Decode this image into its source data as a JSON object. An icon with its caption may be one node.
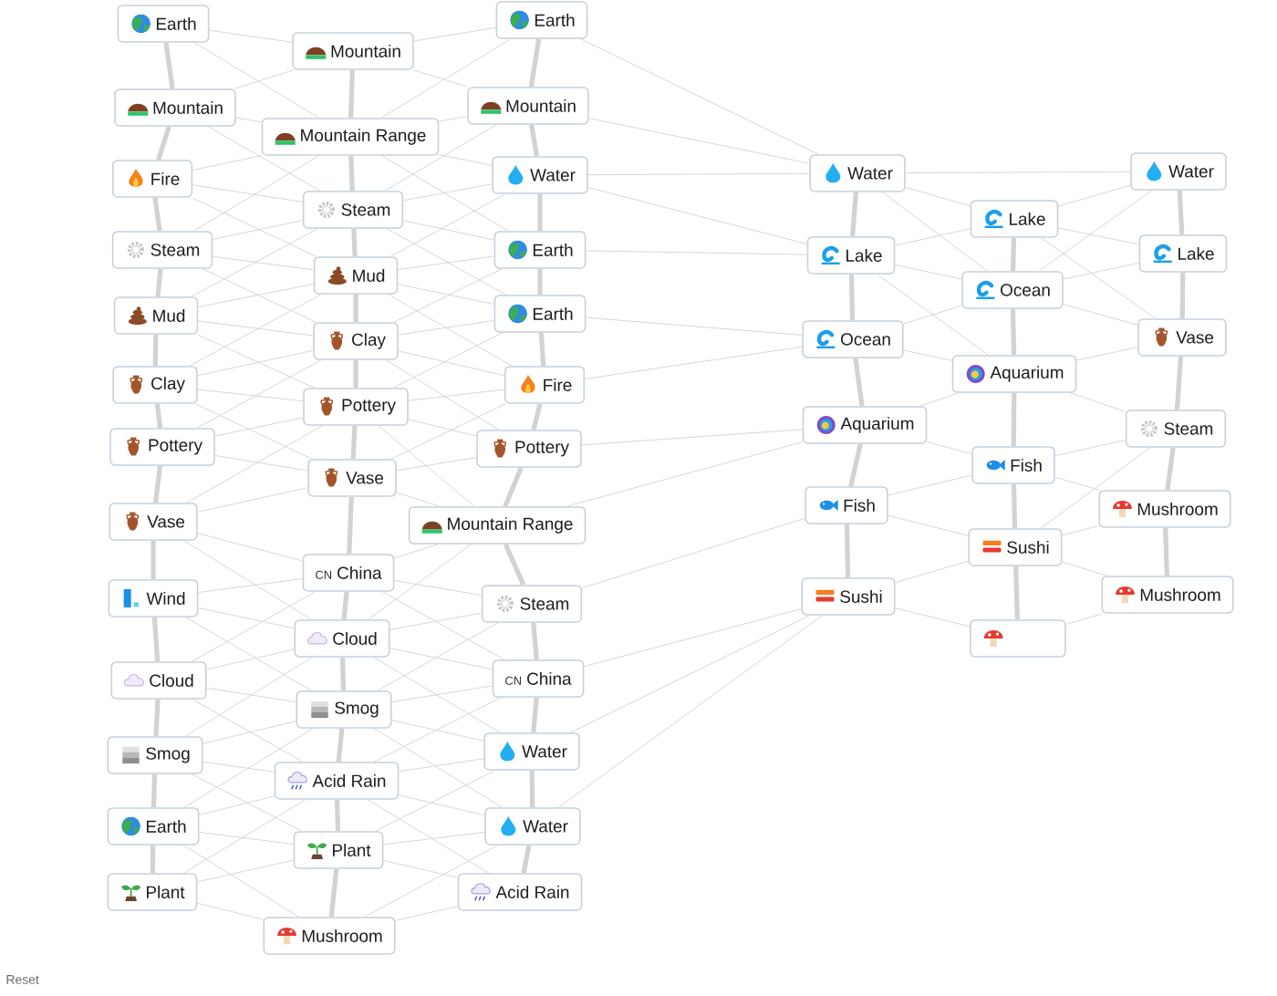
{
  "diagram": {
    "nodes": [
      {
        "text": [
          "Earth"
        ]
      },
      {
        "text": [
          "Mountain"
        ]
      },
      {
        "text": [
          "Fire"
        ]
      },
      {
        "text": [
          "Steam"
        ]
      },
      {
        "text": [
          "Mud"
        ]
      },
      {
        "text": [
          "Clay"
        ]
      },
      {
        "text": [
          "Pottery"
        ]
      },
      {
        "text": [
          "Vase"
        ]
      },
      {
        "text": [
          "Wind"
        ]
      },
      {
        "text": [
          "Cloud"
        ]
      },
      {
        "text": [
          "Smog"
        ]
      },
      {
        "text": [
          "Earth"
        ]
      },
      {
        "text": [
          "Plant"
        ]
      },
      {
        "text": [
          "Mountain"
        ]
      },
      {
        "text": [
          "Mountain Range"
        ]
      },
      {
        "text": [
          "Steam"
        ]
      },
      {
        "text": [
          "Mud"
        ]
      },
      {
        "text": [
          "Clay"
        ]
      },
      {
        "text": [
          "Pottery"
        ]
      },
      {
        "text": [
          "Vase"
        ]
      },
      {
        "text": [
          "CN",
          "China"
        ]
      },
      {
        "text": [
          "Cloud"
        ]
      },
      {
        "text": [
          "Smog"
        ]
      },
      {
        "text": [
          "Acid Rain"
        ]
      },
      {
        "text": [
          "Plant"
        ]
      },
      {
        "text": [
          "Mushroom"
        ]
      },
      {
        "text": [
          "Earth"
        ]
      },
      {
        "text": [
          "Mountain"
        ]
      },
      {
        "text": [
          "Water"
        ]
      },
      {
        "text": [
          "Earth"
        ]
      },
      {
        "text": [
          "Earth"
        ]
      },
      {
        "text": [
          "Fire"
        ]
      },
      {
        "text": [
          "Pottery"
        ]
      },
      {
        "text": [
          "Mountain Range"
        ]
      },
      {
        "text": [
          "Steam"
        ]
      },
      {
        "text": [
          "CN",
          "China"
        ]
      },
      {
        "text": [
          "Water"
        ]
      },
      {
        "text": [
          "Water"
        ]
      },
      {
        "text": [
          "Acid Rain"
        ]
      },
      {
        "text": [
          "Water"
        ]
      },
      {
        "text": [
          "Lake"
        ]
      },
      {
        "text": [
          "Ocean"
        ]
      },
      {
        "text": [
          "Aquarium"
        ]
      },
      {
        "text": [
          "Fish"
        ]
      },
      {
        "text": [
          "Sushi"
        ]
      },
      {
        "text": [
          "Lake"
        ]
      },
      {
        "text": [
          "Ocean"
        ]
      },
      {
        "text": [
          "Aquarium"
        ]
      },
      {
        "text": [
          "Fish"
        ]
      },
      {
        "text": [
          "Sushi"
        ]
      },
      {
        "text": [],
        "shape": "box"
      },
      {
        "text": [
          "Water"
        ]
      },
      {
        "text": [
          "Lake"
        ]
      },
      {
        "text": [
          "Vase"
        ]
      },
      {
        "text": [
          "Steam"
        ]
      },
      {
        "text": [
          "Mushroom"
        ]
      },
      {
        "text": [
          "Mushroom"
        ]
      }
    ],
    "edges": [
      {
        "from": 0,
        "to": 1,
        "arrow": "none",
        "style": "thick"
      },
      {
        "from": 1,
        "to": 2,
        "arrow": "none",
        "style": "thick"
      },
      {
        "from": 2,
        "to": 3,
        "arrow": "none",
        "style": "thick"
      },
      {
        "from": 3,
        "to": 4,
        "arrow": "none",
        "style": "thick"
      },
      {
        "from": 4,
        "to": 5,
        "arrow": "none",
        "style": "thick"
      },
      {
        "from": 5,
        "to": 6,
        "arrow": "none",
        "style": "thick"
      },
      {
        "from": 6,
        "to": 7,
        "arrow": "none",
        "style": "thick"
      },
      {
        "from": 7,
        "to": 8,
        "arrow": "none",
        "style": "thick"
      },
      {
        "from": 8,
        "to": 9,
        "arrow": "none",
        "style": "thick"
      },
      {
        "from": 9,
        "to": 10,
        "arrow": "none",
        "style": "thick"
      },
      {
        "from": 10,
        "to": 11,
        "arrow": "none",
        "style": "thick"
      },
      {
        "from": 11,
        "to": 12,
        "arrow": "none",
        "style": "thick"
      },
      {
        "from": 13,
        "to": 14,
        "arrow": "none",
        "style": "thick"
      },
      {
        "from": 14,
        "to": 15,
        "arrow": "none",
        "style": "thick"
      },
      {
        "from": 15,
        "to": 16,
        "arrow": "none",
        "style": "thick"
      },
      {
        "from": 16,
        "to": 17,
        "arrow": "none",
        "style": "thick"
      },
      {
        "from": 17,
        "to": 18,
        "arrow": "none",
        "style": "thick"
      },
      {
        "from": 18,
        "to": 19,
        "arrow": "none",
        "style": "thick"
      },
      {
        "from": 19,
        "to": 20,
        "arrow": "none",
        "style": "thick"
      },
      {
        "from": 20,
        "to": 21,
        "arrow": "none",
        "style": "thick"
      },
      {
        "from": 21,
        "to": 22,
        "arrow": "none",
        "style": "thick"
      },
      {
        "from": 22,
        "to": 23,
        "arrow": "none",
        "style": "thick"
      },
      {
        "from": 23,
        "to": 24,
        "arrow": "none",
        "style": "thick"
      },
      {
        "from": 24,
        "to": 25,
        "arrow": "none",
        "style": "thick"
      },
      {
        "from": 26,
        "to": 27,
        "arrow": "none",
        "style": "thick"
      },
      {
        "from": 27,
        "to": 28,
        "arrow": "none",
        "style": "thick"
      },
      {
        "from": 28,
        "to": 29,
        "arrow": "none",
        "style": "thick"
      },
      {
        "from": 29,
        "to": 30,
        "arrow": "none",
        "style": "thick"
      },
      {
        "from": 30,
        "to": 31,
        "arrow": "none",
        "style": "thick"
      },
      {
        "from": 31,
        "to": 32,
        "arrow": "none",
        "style": "thick"
      },
      {
        "from": 32,
        "to": 33,
        "arrow": "none",
        "style": "thick"
      },
      {
        "from": 33,
        "to": 34,
        "arrow": "none",
        "style": "thick"
      },
      {
        "from": 34,
        "to": 35,
        "arrow": "none",
        "style": "thick"
      },
      {
        "from": 35,
        "to": 36,
        "arrow": "none",
        "style": "thick"
      },
      {
        "from": 36,
        "to": 37,
        "arrow": "none",
        "style": "thick"
      },
      {
        "from": 37,
        "to": 38,
        "arrow": "none",
        "style": "thick"
      },
      {
        "from": 39,
        "to": 40,
        "arrow": "none",
        "style": "thick"
      },
      {
        "from": 40,
        "to": 41,
        "arrow": "none",
        "style": "thick"
      },
      {
        "from": 41,
        "to": 42,
        "arrow": "none",
        "style": "thick"
      },
      {
        "from": 42,
        "to": 43,
        "arrow": "none",
        "style": "thick"
      },
      {
        "from": 43,
        "to": 44,
        "arrow": "none",
        "style": "thick"
      },
      {
        "from": 45,
        "to": 46,
        "arrow": "none",
        "style": "thick"
      },
      {
        "from": 46,
        "to": 47,
        "arrow": "none",
        "style": "thick"
      },
      {
        "from": 47,
        "to": 48,
        "arrow": "none",
        "style": "thick"
      },
      {
        "from": 48,
        "to": 49,
        "arrow": "none",
        "style": "thick"
      },
      {
        "from": 49,
        "to": 50,
        "arrow": "none",
        "style": "thick"
      },
      {
        "from": 51,
        "to": 52,
        "arrow": "none",
        "style": "thick"
      },
      {
        "from": 52,
        "to": 53,
        "arrow": "none",
        "style": "thick"
      },
      {
        "from": 53,
        "to": 54,
        "arrow": "none",
        "style": "thick"
      },
      {
        "from": 54,
        "to": 55,
        "arrow": "none",
        "style": "thick"
      },
      {
        "from": 55,
        "to": 56,
        "arrow": "none",
        "style": "thick"
      },
      {
        "from": 0,
        "to": 13,
        "arrow": "none"
      },
      {
        "from": 0,
        "to": 14,
        "arrow": "none"
      },
      {
        "from": 1,
        "to": 13,
        "arrow": "none"
      },
      {
        "from": 1,
        "to": 14,
        "arrow": "none"
      },
      {
        "from": 1,
        "to": 15,
        "arrow": "none"
      },
      {
        "from": 2,
        "to": 14,
        "arrow": "none"
      },
      {
        "from": 2,
        "to": 15,
        "arrow": "none"
      },
      {
        "from": 2,
        "to": 16,
        "arrow": "none"
      },
      {
        "from": 3,
        "to": 14,
        "arrow": "none"
      },
      {
        "from": 3,
        "to": 15,
        "arrow": "none"
      },
      {
        "from": 3,
        "to": 16,
        "arrow": "none"
      },
      {
        "from": 3,
        "to": 17,
        "arrow": "none"
      },
      {
        "from": 4,
        "to": 15,
        "arrow": "none"
      },
      {
        "from": 4,
        "to": 16,
        "arrow": "none"
      },
      {
        "from": 4,
        "to": 17,
        "arrow": "none"
      },
      {
        "from": 4,
        "to": 18,
        "arrow": "none"
      },
      {
        "from": 5,
        "to": 16,
        "arrow": "none"
      },
      {
        "from": 5,
        "to": 17,
        "arrow": "none"
      },
      {
        "from": 5,
        "to": 18,
        "arrow": "none"
      },
      {
        "from": 5,
        "to": 19,
        "arrow": "none"
      },
      {
        "from": 6,
        "to": 17,
        "arrow": "none"
      },
      {
        "from": 6,
        "to": 18,
        "arrow": "none"
      },
      {
        "from": 6,
        "to": 19,
        "arrow": "none"
      },
      {
        "from": 7,
        "to": 18,
        "arrow": "none"
      },
      {
        "from": 7,
        "to": 19,
        "arrow": "none"
      },
      {
        "from": 7,
        "to": 20,
        "arrow": "none"
      },
      {
        "from": 7,
        "to": 21,
        "arrow": "none"
      },
      {
        "from": 8,
        "to": 20,
        "arrow": "none"
      },
      {
        "from": 8,
        "to": 21,
        "arrow": "none"
      },
      {
        "from": 8,
        "to": 22,
        "arrow": "none"
      },
      {
        "from": 9,
        "to": 20,
        "arrow": "none"
      },
      {
        "from": 9,
        "to": 21,
        "arrow": "none"
      },
      {
        "from": 9,
        "to": 22,
        "arrow": "none"
      },
      {
        "from": 9,
        "to": 23,
        "arrow": "none"
      },
      {
        "from": 10,
        "to": 21,
        "arrow": "none"
      },
      {
        "from": 10,
        "to": 22,
        "arrow": "none"
      },
      {
        "from": 10,
        "to": 23,
        "arrow": "none"
      },
      {
        "from": 10,
        "to": 24,
        "arrow": "none"
      },
      {
        "from": 11,
        "to": 22,
        "arrow": "none"
      },
      {
        "from": 11,
        "to": 23,
        "arrow": "none"
      },
      {
        "from": 11,
        "to": 24,
        "arrow": "none"
      },
      {
        "from": 11,
        "to": 25,
        "arrow": "none"
      },
      {
        "from": 12,
        "to": 23,
        "arrow": "none"
      },
      {
        "from": 12,
        "to": 24,
        "arrow": "none"
      },
      {
        "from": 12,
        "to": 25,
        "arrow": "none"
      },
      {
        "from": 13,
        "to": 26,
        "arrow": "none"
      },
      {
        "from": 13,
        "to": 27,
        "arrow": "none"
      },
      {
        "from": 14,
        "to": 26,
        "arrow": "none"
      },
      {
        "from": 14,
        "to": 27,
        "arrow": "none"
      },
      {
        "from": 14,
        "to": 28,
        "arrow": "none"
      },
      {
        "from": 14,
        "to": 29,
        "arrow": "none"
      },
      {
        "from": 15,
        "to": 27,
        "arrow": "none"
      },
      {
        "from": 15,
        "to": 28,
        "arrow": "none"
      },
      {
        "from": 15,
        "to": 29,
        "arrow": "none"
      },
      {
        "from": 15,
        "to": 30,
        "arrow": "none"
      },
      {
        "from": 16,
        "to": 28,
        "arrow": "none"
      },
      {
        "from": 16,
        "to": 29,
        "arrow": "none"
      },
      {
        "from": 16,
        "to": 30,
        "arrow": "none"
      },
      {
        "from": 16,
        "to": 31,
        "arrow": "none"
      },
      {
        "from": 17,
        "to": 29,
        "arrow": "none"
      },
      {
        "from": 17,
        "to": 30,
        "arrow": "none"
      },
      {
        "from": 17,
        "to": 31,
        "arrow": "none"
      },
      {
        "from": 17,
        "to": 32,
        "arrow": "none"
      },
      {
        "from": 18,
        "to": 30,
        "arrow": "none"
      },
      {
        "from": 18,
        "to": 31,
        "arrow": "none"
      },
      {
        "from": 18,
        "to": 32,
        "arrow": "none"
      },
      {
        "from": 18,
        "to": 33,
        "arrow": "none"
      },
      {
        "from": 19,
        "to": 31,
        "arrow": "none"
      },
      {
        "from": 19,
        "to": 32,
        "arrow": "none"
      },
      {
        "from": 19,
        "to": 33,
        "arrow": "none"
      },
      {
        "from": 20,
        "to": 33,
        "arrow": "none"
      },
      {
        "from": 20,
        "to": 34,
        "arrow": "none"
      },
      {
        "from": 20,
        "to": 35,
        "arrow": "none"
      },
      {
        "from": 21,
        "to": 33,
        "arrow": "none"
      },
      {
        "from": 21,
        "to": 34,
        "arrow": "none"
      },
      {
        "from": 21,
        "to": 35,
        "arrow": "none"
      },
      {
        "from": 21,
        "to": 36,
        "arrow": "none"
      },
      {
        "from": 22,
        "to": 34,
        "arrow": "none"
      },
      {
        "from": 22,
        "to": 35,
        "arrow": "none"
      },
      {
        "from": 22,
        "to": 36,
        "arrow": "none"
      },
      {
        "from": 22,
        "to": 37,
        "arrow": "none"
      },
      {
        "from": 23,
        "to": 35,
        "arrow": "none"
      },
      {
        "from": 23,
        "to": 36,
        "arrow": "none"
      },
      {
        "from": 23,
        "to": 37,
        "arrow": "none"
      },
      {
        "from": 23,
        "to": 38,
        "arrow": "none"
      },
      {
        "from": 24,
        "to": 36,
        "arrow": "none"
      },
      {
        "from": 24,
        "to": 37,
        "arrow": "none"
      },
      {
        "from": 24,
        "to": 38,
        "arrow": "none"
      },
      {
        "from": 25,
        "to": 37,
        "arrow": "none"
      },
      {
        "from": 25,
        "to": 38,
        "arrow": "none"
      },
      {
        "from": 26,
        "to": 39,
        "arrow": "none"
      },
      {
        "from": 27,
        "to": 39,
        "arrow": "none"
      },
      {
        "from": 28,
        "to": 39,
        "arrow": "none"
      },
      {
        "from": 28,
        "to": 40,
        "arrow": "none"
      },
      {
        "from": 29,
        "to": 40,
        "arrow": "none"
      },
      {
        "from": 30,
        "to": 41,
        "arrow": "none"
      },
      {
        "from": 31,
        "to": 41,
        "arrow": "none"
      },
      {
        "from": 32,
        "to": 42,
        "arrow": "none"
      },
      {
        "from": 33,
        "to": 42,
        "arrow": "none"
      },
      {
        "from": 34,
        "to": 43,
        "arrow": "none"
      },
      {
        "from": 35,
        "to": 44,
        "arrow": "none"
      },
      {
        "from": 36,
        "to": 44,
        "arrow": "none"
      },
      {
        "from": 37,
        "to": 44,
        "arrow": "none"
      },
      {
        "from": 39,
        "to": 45,
        "arrow": "none"
      },
      {
        "from": 39,
        "to": 46,
        "arrow": "none"
      },
      {
        "from": 40,
        "to": 45,
        "arrow": "none"
      },
      {
        "from": 40,
        "to": 46,
        "arrow": "none"
      },
      {
        "from": 40,
        "to": 47,
        "arrow": "none"
      },
      {
        "from": 41,
        "to": 46,
        "arrow": "none"
      },
      {
        "from": 41,
        "to": 47,
        "arrow": "none"
      },
      {
        "from": 42,
        "to": 47,
        "arrow": "none"
      },
      {
        "from": 42,
        "to": 48,
        "arrow": "none"
      },
      {
        "from": 43,
        "to": 48,
        "arrow": "none"
      },
      {
        "from": 43,
        "to": 49,
        "arrow": "none"
      },
      {
        "from": 44,
        "to": 49,
        "arrow": "none"
      },
      {
        "from": 44,
        "to": 50,
        "arrow": "none"
      },
      {
        "from": 45,
        "to": 51,
        "arrow": "none"
      },
      {
        "from": 45,
        "to": 52,
        "arrow": "none"
      },
      {
        "from": 45,
        "to": 53,
        "arrow": "none"
      },
      {
        "from": 46,
        "to": 51,
        "arrow": "none"
      },
      {
        "from": 46,
        "to": 52,
        "arrow": "none"
      },
      {
        "from": 46,
        "to": 53,
        "arrow": "none"
      },
      {
        "from": 47,
        "to": 53,
        "arrow": "none"
      },
      {
        "from": 47,
        "to": 54,
        "arrow": "none"
      },
      {
        "from": 48,
        "to": 54,
        "arrow": "none"
      },
      {
        "from": 48,
        "to": 55,
        "arrow": "none"
      },
      {
        "from": 49,
        "to": 54,
        "arrow": "none"
      },
      {
        "from": 49,
        "to": 55,
        "arrow": "none"
      },
      {
        "from": 49,
        "to": 56,
        "arrow": "none"
      },
      {
        "from": 50,
        "to": 56,
        "arrow": "none"
      },
      {
        "from": 39,
        "to": 51,
        "arrow": "none"
      }
    ],
    "labels": [
      "Reset"
    ]
  }
}
